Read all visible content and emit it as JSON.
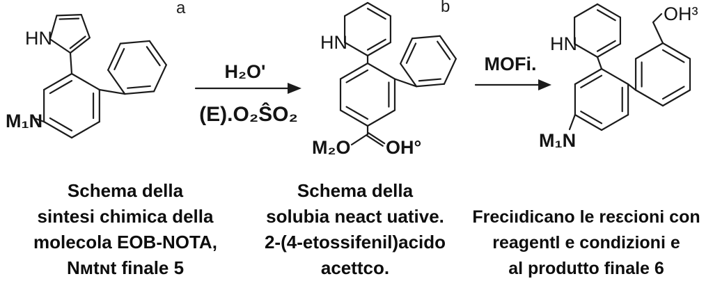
{
  "panel_labels": {
    "a": "a",
    "b": "b"
  },
  "structures": {
    "left": {
      "nh_label": "HN",
      "amine_label": "M₁N"
    },
    "middle": {
      "nh_label": "HN",
      "ester_label": "M₂O",
      "acid_label": "OH°"
    },
    "right": {
      "nh_label": "HN",
      "amine_label": "M₁N",
      "alcohol_label": "OH³"
    }
  },
  "arrows": {
    "step1": {
      "above": "H₂O'",
      "below": "(E).O₂ŜO₂"
    },
    "step2": {
      "above": "MOFi."
    }
  },
  "captions": [
    {
      "lines": [
        "Schema della",
        "sintesi chimica della",
        "molecola EOB-NOTA,",
        "Nᴍtɴt finale 5"
      ]
    },
    {
      "lines": [
        "Schema della",
        "solubia neact uative.",
        "2-(4-etossifenil)acido",
        "acettco."
      ]
    },
    {
      "lines": [
        "Freciıdicano le reεcioni con",
        "reagentl e condizioni e",
        "al produtto finale 6"
      ]
    }
  ],
  "colors": {
    "ink": "#1b1b1b",
    "background": "#ffffff"
  }
}
